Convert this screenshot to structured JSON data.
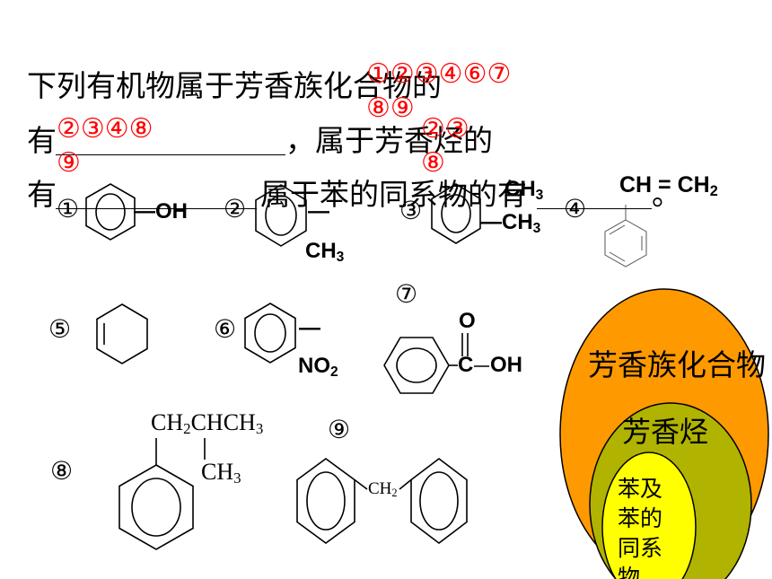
{
  "slide": {
    "answer_color": "#FF0000"
  },
  "question": {
    "line1": "下列有机物属于芳香族化合物的",
    "line2_start": "有",
    "line2_end": "，属于芳香烃的",
    "line3_start": "有",
    "line3_middle": "属于苯的同系物的有",
    "line3_end": "。"
  },
  "answers": {
    "first": {
      "line1": "①②③④⑥⑦",
      "line2": "⑧⑨"
    },
    "second": {
      "line1": "②③④⑧",
      "line2": "⑨"
    },
    "third": {
      "line1": "②③",
      "line2": "⑧"
    }
  },
  "compounds": [
    {
      "number": "①",
      "group": "—OH"
    },
    {
      "number": "②",
      "bond": "—",
      "group": {
        "main": "CH",
        "sub": "3"
      }
    },
    {
      "number": "③",
      "group_top": {
        "main": "CH",
        "sub": "3"
      },
      "group_side": {
        "main": "—CH",
        "sub": "3"
      }
    },
    {
      "number": "④",
      "group": {
        "main": "CH = CH",
        "sub": "2"
      }
    },
    {
      "number": "⑤"
    },
    {
      "number": "⑥",
      "bond": "—",
      "group": {
        "main": "NO",
        "sub": "2"
      }
    },
    {
      "number": "⑦",
      "oxygen": "O",
      "carbon": "C",
      "hydroxyl": "OH"
    },
    {
      "number": "⑧",
      "chain": [
        {
          "main": "CH",
          "sub": "2"
        },
        {
          "main": "CHCH",
          "sub": "3"
        }
      ],
      "branch": {
        "main": "CH",
        "sub": "3"
      }
    },
    {
      "number": "⑨",
      "bridge": {
        "main": "CH",
        "sub": "2"
      }
    }
  ],
  "classification": {
    "outer": {
      "label": "芳香族化合物",
      "color": "#FF9900"
    },
    "middle": {
      "label": "芳香烃",
      "color": "#B0B300"
    },
    "inner": {
      "label": "苯及苯的同系物",
      "color": "#FFFF00"
    }
  }
}
